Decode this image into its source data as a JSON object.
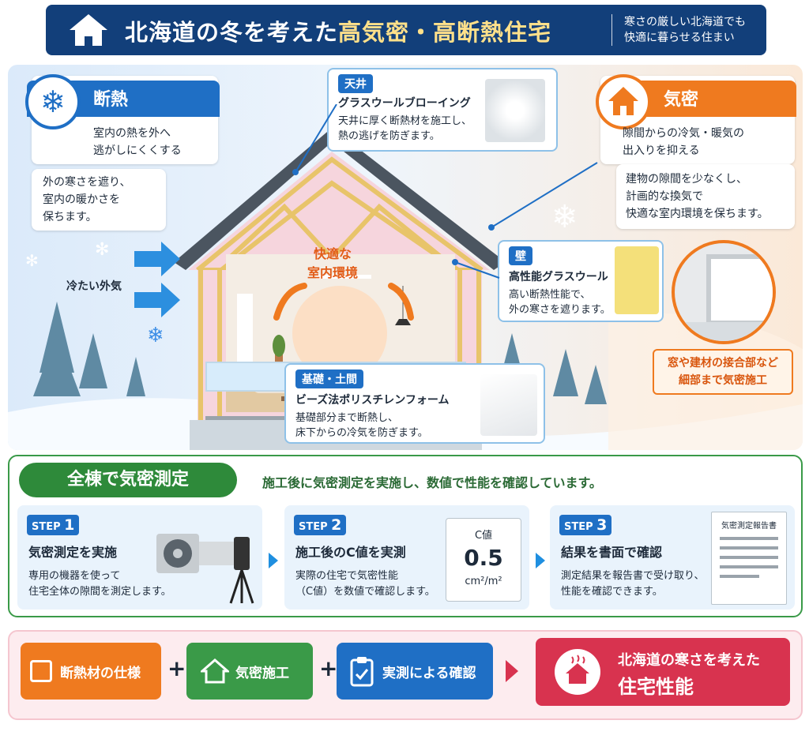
{
  "header": {
    "title_prefix": "北海道の冬を考えた",
    "title_highlight": "高気密・高断熱住宅",
    "subtitle_line1": "寒さの厳しい北海道でも",
    "subtitle_line2": "快適に暮らせる住まい"
  },
  "insulation": {
    "title": "断熱",
    "desc_line1": "室内の熱を外へ",
    "desc_line2": "逃がしにくくする",
    "note_line1": "外の寒さを遮り、",
    "note_line2": "室内の暖かさを",
    "note_line3": "保ちます。",
    "cold_label": "冷たい外気"
  },
  "airtight": {
    "title": "気密",
    "desc_line1": "隙間からの冷気・暖気の",
    "desc_line2": "出入りを抑える",
    "note_line1": "建物の隙間を少なくし、",
    "note_line2": "計画的な換気で",
    "note_line3": "快適な室内環境を保ちます。",
    "window_line1": "窓や建材の接合部など",
    "window_line2": "細部まで気密施工"
  },
  "ceiling": {
    "tag": "天井",
    "title": "グラスウールブローイング",
    "desc_line1": "天井に厚く断熱材を施工し、",
    "desc_line2": "熱の逃げを防ぎます。"
  },
  "wall": {
    "tag": "壁",
    "title": "高性能グラスウール",
    "desc_line1": "高い断熱性能で、",
    "desc_line2": "外の寒さを遮ります。"
  },
  "foundation": {
    "tag": "基礎・土間",
    "title": "ビーズ法ポリスチレンフォーム",
    "desc_line1": "基礎部分まで断熱し、",
    "desc_line2": "床下からの冷気を防ぎます。"
  },
  "room": {
    "line1": "快適な",
    "line2": "室内環境"
  },
  "measure": {
    "title": "全棟で気密測定",
    "lead": "施工後に気密測定を実施し、数値で性能を確認しています。",
    "steps": [
      {
        "step": "STEP",
        "num": "1",
        "title": "気密測定を実施",
        "desc_line1": "専用の機器を使って",
        "desc_line2": "住宅全体の隙間を測定します。"
      },
      {
        "step": "STEP",
        "num": "2",
        "title": "施工後のC値を実測",
        "desc_line1": "実際の住宅で気密性能",
        "desc_line2": "（C値）を数値で確認します。"
      },
      {
        "step": "STEP",
        "num": "3",
        "title": "結果を書面で確認",
        "desc_line1": "測定結果を報告書で受け取り、",
        "desc_line2": "性能を確認できます。"
      }
    ],
    "cvalue": {
      "label": "C値",
      "value": "0.5",
      "unit": "cm²/m²"
    },
    "report_title": "気密測定報告書"
  },
  "summary": {
    "item1": "断熱材の仕様",
    "item2": "気密施工",
    "item3": "実測による確認",
    "plus": "+",
    "result_line1": "北海道の寒さを考えた",
    "result_line2": "住宅性能"
  },
  "colors": {
    "navy": "#123f7a",
    "blue": "#1f6fc5",
    "orange": "#ef7a1f",
    "green": "#3a9a48",
    "red": "#d8334f"
  }
}
